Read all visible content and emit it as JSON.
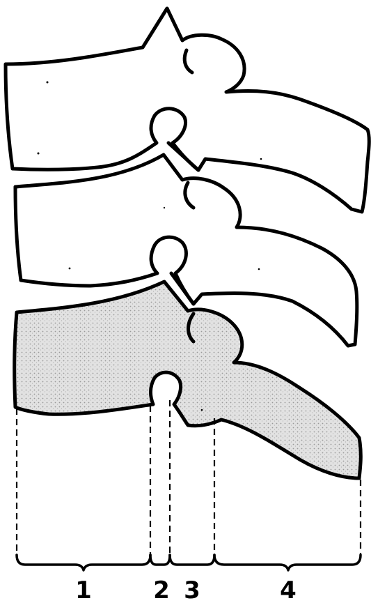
{
  "figure": {
    "segment_labels": [
      "1",
      "2",
      "3",
      "4"
    ],
    "colors": {
      "stroke": "#000000",
      "background": "#ffffff",
      "highlight_fill": "#dcdcdc"
    },
    "vertebrae_count": 3,
    "highlighted_vertebra": "bottom"
  }
}
